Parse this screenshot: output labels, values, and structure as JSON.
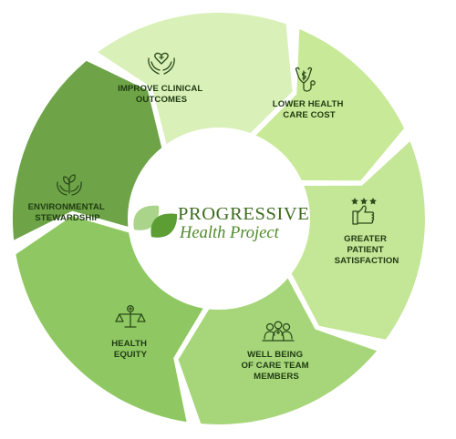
{
  "logo": {
    "line1": "PROGRESSIVE",
    "line2": "Health Project",
    "leaf_colors": [
      "#a9d48a",
      "#5c9e34"
    ]
  },
  "segments": [
    {
      "lines": [
        "IMPROVE CLINICAL",
        "OUTCOMES"
      ],
      "icon": "hands-heart-cross-icon",
      "color": "#d9f0b8"
    },
    {
      "lines": [
        "LOWER HEALTH",
        "CARE COST"
      ],
      "icon": "dollar-stethoscope-icon",
      "color": "#c8ea98"
    },
    {
      "lines": [
        "GREATER",
        "PATIENT",
        "SATISFACTION"
      ],
      "icon": "thumbs-up-stars-icon",
      "color": "#c4e697"
    },
    {
      "lines": [
        "WELL BEING",
        "OF CARE TEAM",
        "MEMBERS"
      ],
      "icon": "care-team-icon",
      "color": "#a7d67a"
    },
    {
      "lines": [
        "HEALTH",
        "EQUITY"
      ],
      "icon": "balance-scale-icon",
      "color": "#8fc862"
    },
    {
      "lines": [
        "ENVIRONMENTAL",
        "STEWARDSHIP"
      ],
      "icon": "hands-plant-icon",
      "color": "#6ea447"
    }
  ]
}
